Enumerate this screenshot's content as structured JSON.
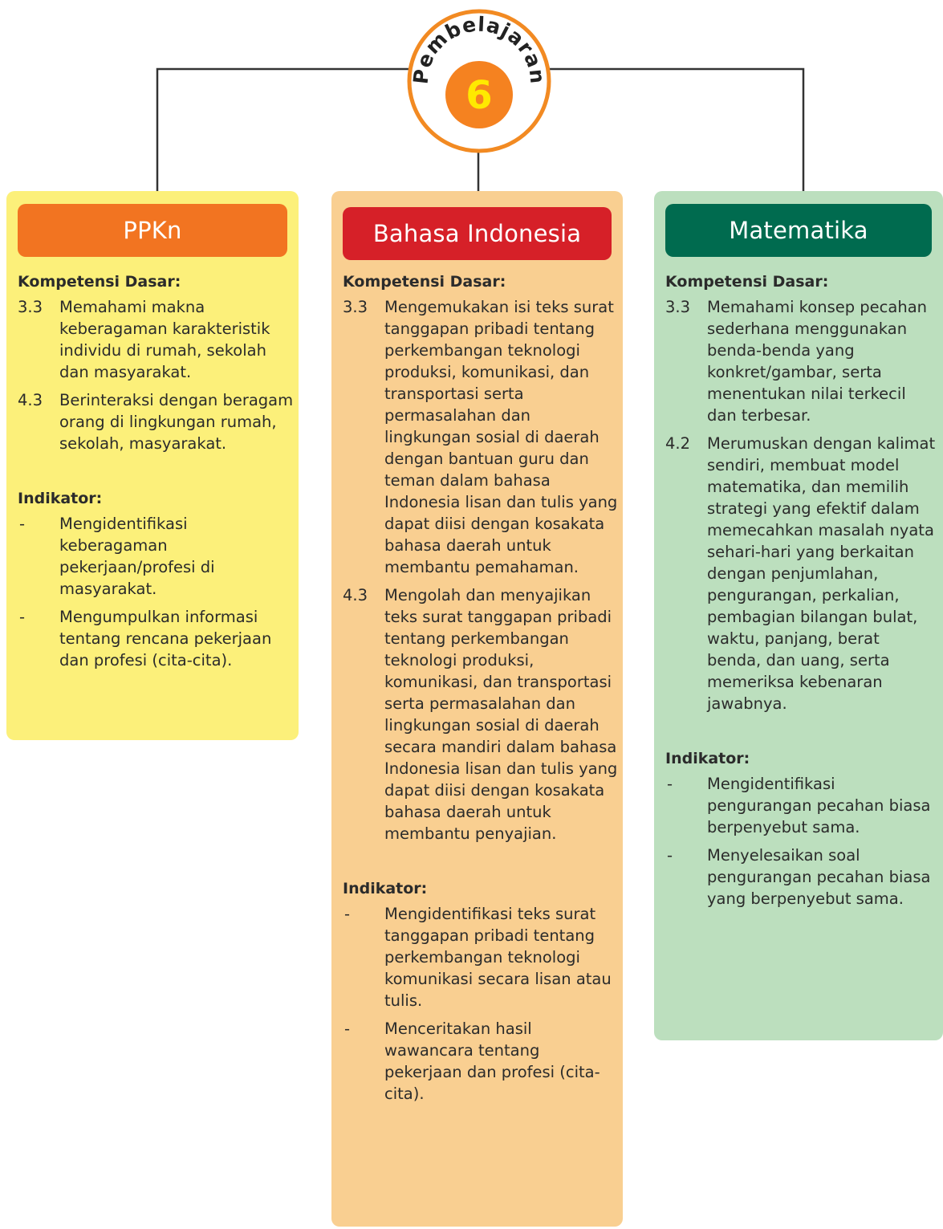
{
  "badge": {
    "label": "Pembelajaran",
    "number": "6",
    "colors": {
      "ring": "#f28a22",
      "circle": "#f58220",
      "number": "#ffe900",
      "text": "#222222"
    }
  },
  "columns": {
    "ppkn": {
      "title": "PPKn",
      "kd_heading": "Kompetensi Dasar:",
      "kd": [
        {
          "num": "3.3",
          "text": "Memahami makna keberagaman karakteristik individu di rumah, sekolah dan masyarakat."
        },
        {
          "num": "4.3",
          "text": "Berinteraksi dengan beragam orang di lingkungan rumah, sekolah, masyarakat."
        }
      ],
      "ind_heading": "Indikator:",
      "indicators": [
        {
          "bullet": "-",
          "text": "Mengidentifikasi keberagaman pekerjaan/profesi di masyarakat."
        },
        {
          "bullet": "-",
          "text": "Mengumpulkan informasi tentang rencana pekerjaan dan profesi (cita-cita)."
        }
      ]
    },
    "bi": {
      "title": "Bahasa Indonesia",
      "kd_heading": "Kompetensi Dasar:",
      "kd": [
        {
          "num": "3.3",
          "text": "Mengemukakan isi teks surat tanggapan pribadi tentang perkembangan teknologi produksi, komunikasi, dan transportasi serta permasalahan dan lingkungan sosial di daerah dengan bantuan guru dan teman dalam bahasa Indonesia lisan dan tulis yang dapat diisi dengan kosakata bahasa daerah untuk membantu pemahaman."
        },
        {
          "num": "4.3",
          "text": "Mengolah dan menyajikan teks surat tanggapan pribadi tentang perkembangan teknologi produksi, komunikasi, dan transportasi serta permasalahan dan lingkungan sosial di daerah secara mandiri dalam bahasa Indonesia lisan dan tulis yang dapat diisi dengan kosakata bahasa daerah untuk membantu penyajian."
        }
      ],
      "ind_heading": "Indikator:",
      "indicators": [
        {
          "bullet": "-",
          "text": "Mengidentifikasi teks surat tanggapan pribadi tentang perkembangan teknologi komunikasi secara lisan atau tulis."
        },
        {
          "bullet": "-",
          "text": "Menceritakan hasil wawancara tentang pekerjaan dan profesi (cita-cita)."
        }
      ]
    },
    "mat": {
      "title": "Matematika",
      "kd_heading": "Kompetensi Dasar:",
      "kd": [
        {
          "num": "3.3",
          "text": "Memahami konsep pecahan sederhana menggunakan benda-benda yang konkret/gambar, serta menentukan nilai terkecil dan terbesar."
        },
        {
          "num": "4.2",
          "text": "Merumuskan dengan kalimat sendiri, membuat model matematika, dan memilih strategi yang efektif dalam memecahkan masalah nyata sehari-hari yang berkaitan dengan penjumlahan, pengurangan, perkalian, pembagian bilangan bulat, waktu, panjang, berat benda, dan uang, serta memeriksa kebenaran jawabnya."
        }
      ],
      "ind_heading": "Indikator:",
      "indicators": [
        {
          "bullet": "-",
          "text": "Mengidentifikasi pengurangan pecahan biasa  berpenyebut sama."
        },
        {
          "bullet": "-",
          "text": "Menyelesaikan soal pengurangan pecahan biasa yang berpenyebut sama."
        }
      ]
    }
  }
}
